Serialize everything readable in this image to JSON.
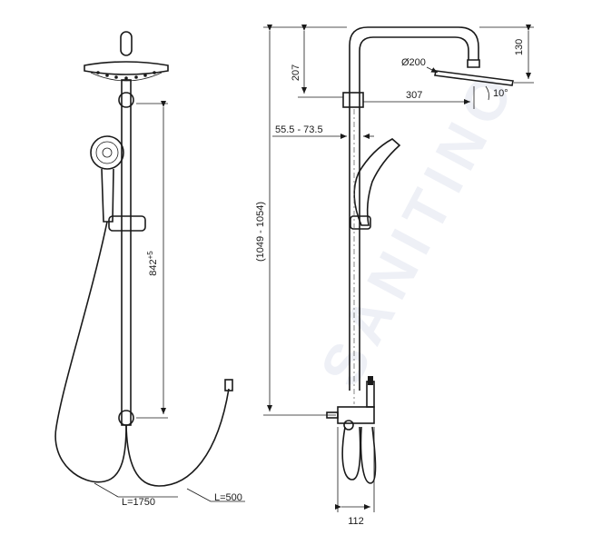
{
  "dimensions": {
    "rail_length": "842",
    "rail_tolerance": "+5",
    "total_height": "(1049 - 1054)",
    "head_offset": "207",
    "head_drop": "130",
    "head_diameter": "Ø200",
    "arm_length": "307",
    "tilt_angle": "10°",
    "wall_distance": "55.5 - 73.5",
    "hose_long": "L=1750",
    "hose_short": "L=500",
    "base_width": "112"
  },
  "watermark": "SANITINO",
  "colors": {
    "line": "#1a1a1a",
    "watermark": "#cfd6e6"
  }
}
